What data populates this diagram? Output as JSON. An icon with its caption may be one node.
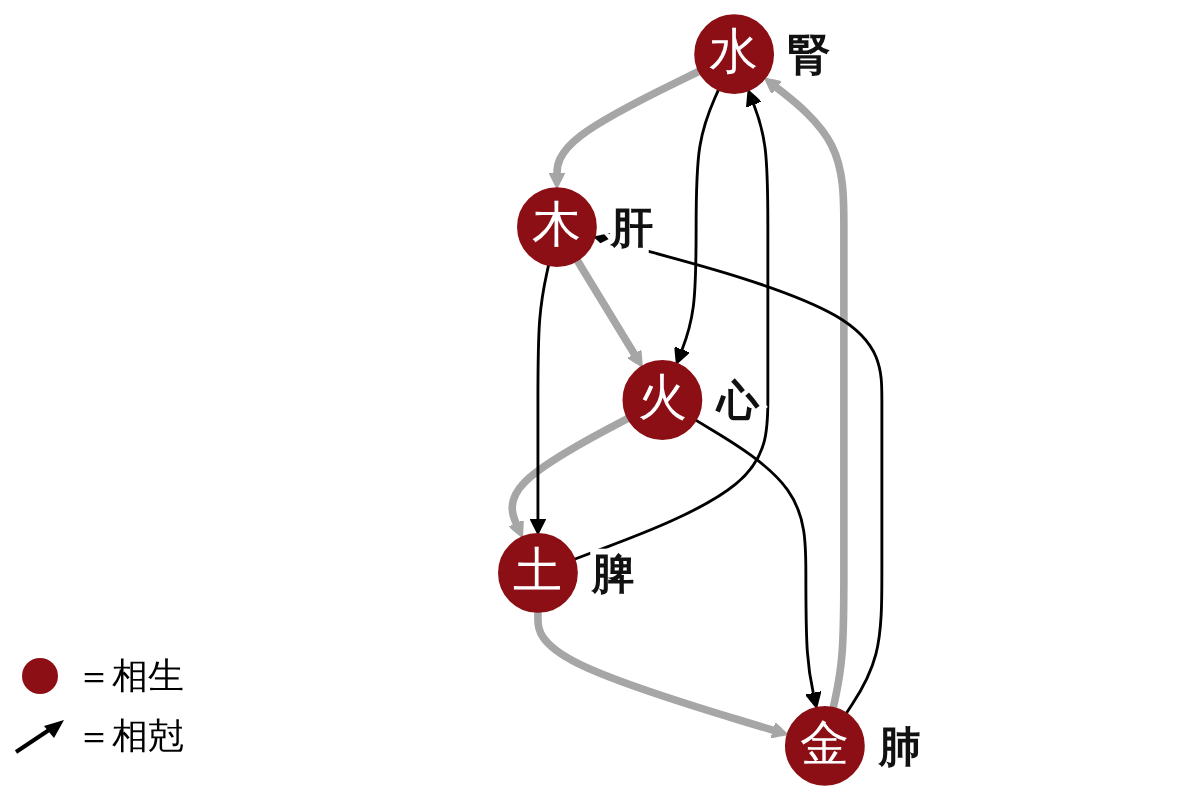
{
  "diagram": {
    "nodes": [
      {
        "text": [
          "水"
        ],
        "beside": [
          "腎"
        ]
      },
      {
        "text": [
          "金"
        ],
        "beside": [
          "肺"
        ]
      },
      {
        "text": [
          "木"
        ],
        "beside": [
          "肝"
        ]
      },
      {
        "text": [
          "土"
        ],
        "beside": [
          "脾"
        ]
      },
      {
        "text": [
          "火"
        ],
        "beside": [
          "心"
        ]
      }
    ],
    "edges": [
      {
        "from": 1,
        "to": 0,
        "arrow": "to",
        "style": "thick",
        "color": "#a6a6a6"
      },
      {
        "from": 0,
        "to": 2,
        "arrow": "to",
        "style": "thick",
        "color": "#a6a6a6"
      },
      {
        "from": 2,
        "to": 4,
        "arrow": "to",
        "style": "thick",
        "color": "#a6a6a6"
      },
      {
        "from": 4,
        "to": 3,
        "arrow": "to",
        "style": "thick",
        "color": "#a6a6a6"
      },
      {
        "from": 3,
        "to": 1,
        "arrow": "to",
        "style": "thick",
        "color": "#a6a6a6"
      },
      {
        "from": 1,
        "to": 2,
        "arrow": "to",
        "color": "#000000"
      },
      {
        "from": 2,
        "to": 3,
        "arrow": "to",
        "color": "#000000"
      },
      {
        "from": 3,
        "to": 0,
        "arrow": "to",
        "color": "#000000"
      },
      {
        "from": 0,
        "to": 4,
        "arrow": "to",
        "color": "#000000"
      },
      {
        "from": 4,
        "to": 1,
        "arrow": "to",
        "color": "#000000"
      }
    ],
    "legend": [
      {
        "text": "＝相生"
      },
      {
        "text": "＝相尅"
      }
    ]
  }
}
